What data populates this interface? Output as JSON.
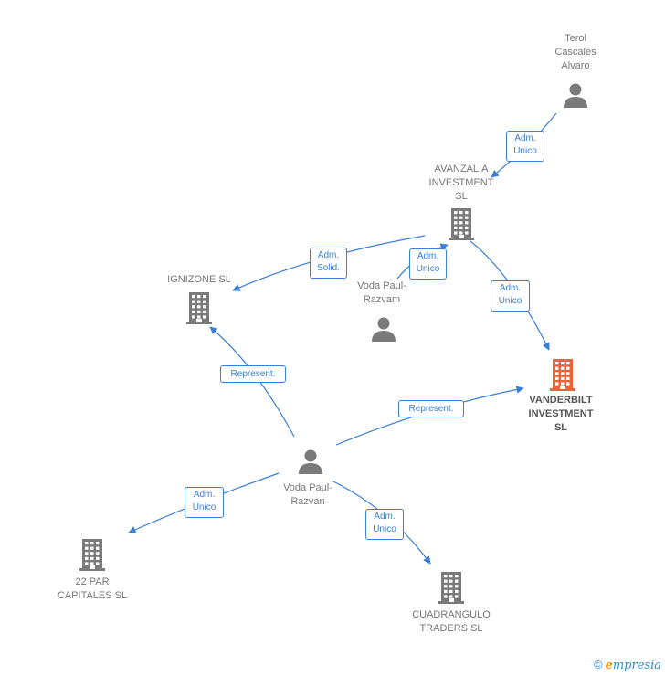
{
  "colors": {
    "edge": "#3a7fd5",
    "node": "#7a7a7a",
    "focus": "#f0623a"
  },
  "nodes": [
    {
      "id": "terol",
      "type": "person",
      "label": "Terol\nCascales\nAlvaro"
    },
    {
      "id": "avanzalia",
      "type": "company",
      "label": "AVANZALIA\nINVESTMENT\nSL"
    },
    {
      "id": "ignizone",
      "type": "company",
      "label": "IGNIZONE  SL"
    },
    {
      "id": "voda_razvam",
      "type": "person",
      "label": "Voda Paul-\nRazvam"
    },
    {
      "id": "vanderbilt",
      "type": "company",
      "label": "VANDERBILT\nINVESTMENT\nSL",
      "focus": true
    },
    {
      "id": "voda_razvan",
      "type": "person",
      "label": "Voda Paul-\nRazvan"
    },
    {
      "id": "par22",
      "type": "company",
      "label": "22 PAR\nCAPITALES  SL"
    },
    {
      "id": "cuadrangulo",
      "type": "company",
      "label": "CUADRANGULO\nTRADERS  SL"
    }
  ],
  "edges": [
    {
      "id": "e1",
      "label": "Adm.\nUnico"
    },
    {
      "id": "e2",
      "label": "Adm.\nSolid."
    },
    {
      "id": "e3",
      "label": "Adm.\nUnico"
    },
    {
      "id": "e4",
      "label": "Adm.\nUnico"
    },
    {
      "id": "e5",
      "label": "Represent."
    },
    {
      "id": "e6",
      "label": "Represent."
    },
    {
      "id": "e7",
      "label": "Adm.\nUnico"
    },
    {
      "id": "e8",
      "label": "Adm.\nUnico"
    }
  ],
  "footer": {
    "copyright": "©",
    "brand_first": "e",
    "brand_rest": "mpresia"
  }
}
